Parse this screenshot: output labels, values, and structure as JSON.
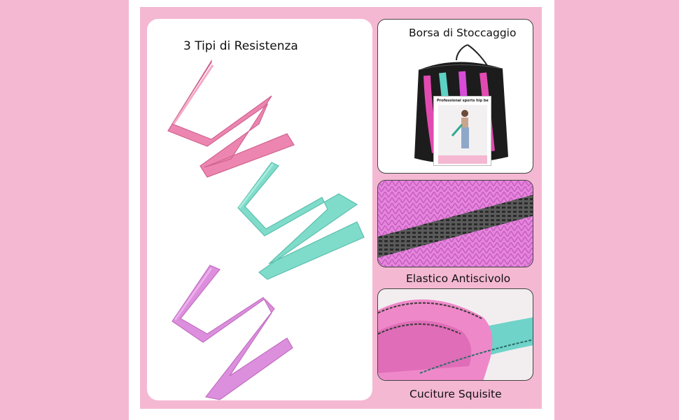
{
  "page": {
    "background": "#f4b8d2",
    "frame_color": "#ffffff"
  },
  "main": {
    "title": "3 Tipi di Resistenza",
    "bands": [
      {
        "color": "#ec86b0",
        "name": "pink-band"
      },
      {
        "color": "#7fdcca",
        "name": "teal-band"
      },
      {
        "color": "#dc8fdc",
        "name": "purple-band"
      }
    ]
  },
  "bag_panel": {
    "title": "Borsa di Stoccaggio",
    "booklet_text": "Professional sports hip belt"
  },
  "knit_panel": {
    "title": "Elastico Antiscivolo"
  },
  "stitch_panel": {
    "title": "Cuciture Squisite"
  }
}
